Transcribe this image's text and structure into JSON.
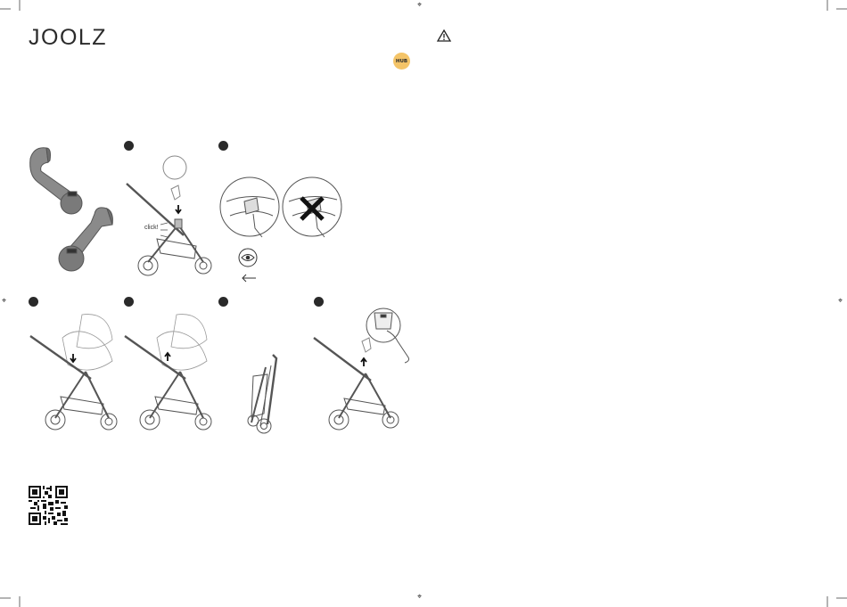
{
  "header": {
    "brand": "JOOLZ",
    "warning_icon": "warning-triangle-icon",
    "badge_label": "HUB",
    "badge_color": "#f4c468"
  },
  "steps": {
    "click_label": "click!",
    "icons": [
      "eye-check-icon",
      "arrow-left-icon",
      "arrow-down-icon",
      "arrow-up-icon",
      "cross-icon"
    ]
  },
  "footer": {
    "qr_icon": "qr-code-icon"
  }
}
